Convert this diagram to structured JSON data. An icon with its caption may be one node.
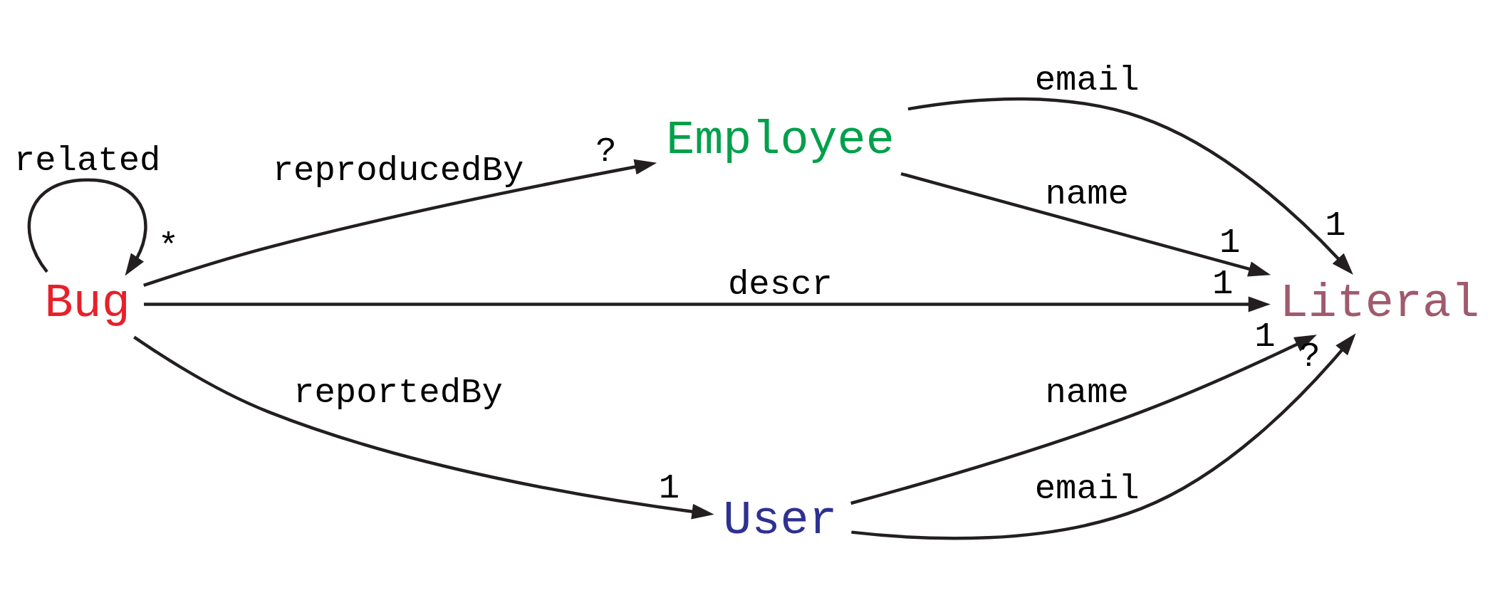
{
  "diagram": {
    "nodes": [
      {
        "text": [
          "Bug"
        ]
      },
      {
        "text": [
          "Employee"
        ]
      },
      {
        "text": [
          "Literal"
        ]
      },
      {
        "text": [
          "User"
        ]
      }
    ],
    "edges": [
      {
        "from": 0,
        "to": 0,
        "arrow": "to",
        "label": "related"
      },
      {
        "from": 0,
        "to": 1,
        "arrow": "to",
        "label": "reproducedBy"
      },
      {
        "from": 0,
        "to": 2,
        "arrow": "to",
        "label": "descr"
      },
      {
        "from": 0,
        "to": 3,
        "arrow": "to",
        "label": "reportedBy"
      },
      {
        "from": 1,
        "to": 2,
        "arrow": "to",
        "label": "email"
      },
      {
        "from": 1,
        "to": 2,
        "arrow": "to",
        "label": "name"
      },
      {
        "from": 3,
        "to": 2,
        "arrow": "to",
        "label": "name"
      },
      {
        "from": 3,
        "to": 2,
        "arrow": "to",
        "label": "email"
      }
    ],
    "labels": [
      "*",
      "?",
      "1",
      "1",
      "1",
      "1",
      "1",
      "?"
    ]
  }
}
